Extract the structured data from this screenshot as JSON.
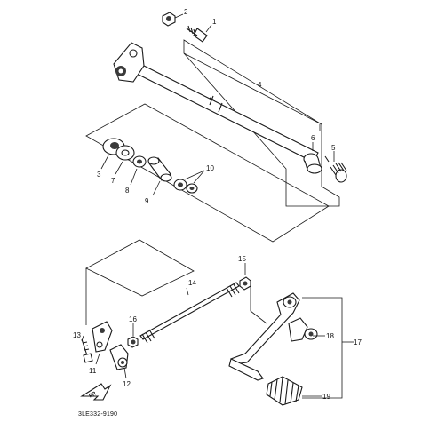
{
  "diagram": {
    "callouts": {
      "c1": "1",
      "c2": "2",
      "c3": "3",
      "c4": "4",
      "c5": "5",
      "c6": "6",
      "c7": "7",
      "c8": "8",
      "c9": "9",
      "c10": "10",
      "c11": "11",
      "c12": "12",
      "c13": "13",
      "c14": "14",
      "c15": "15",
      "c16": "16",
      "c17": "17",
      "c18": "18",
      "c19": "19"
    },
    "front_indicator": "FR",
    "part_code": "3LE332-9190",
    "colors": {
      "ink": "#1a1a1a",
      "paper": "#ffffff",
      "shade": "#3a3a3a"
    }
  }
}
